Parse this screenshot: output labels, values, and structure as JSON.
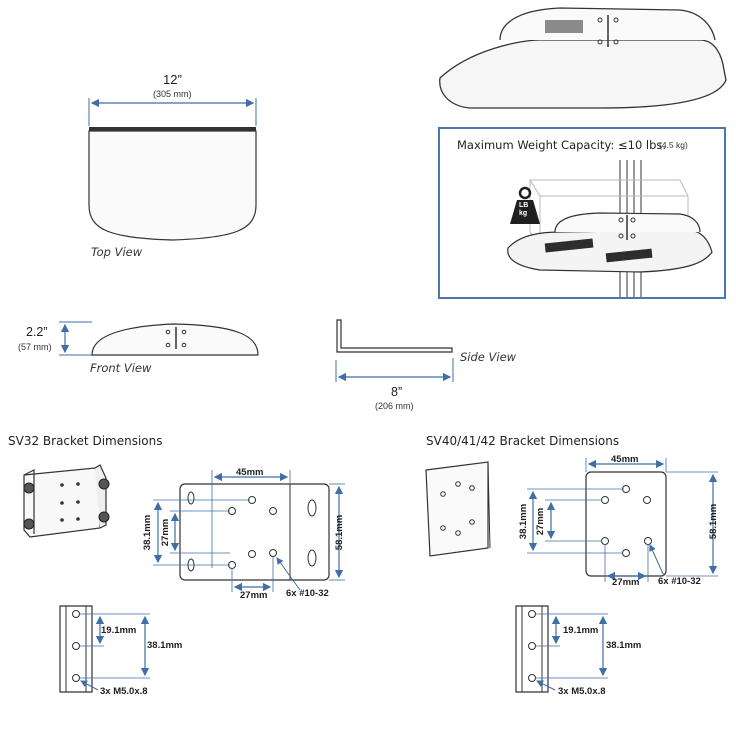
{
  "top_view": {
    "width_in": "12”",
    "width_mm": "(305 mm)",
    "label": "Top View"
  },
  "front_view": {
    "height_in": "2.2”",
    "height_mm": "(57 mm)",
    "label": "Front View"
  },
  "side_view": {
    "depth_in": "8”",
    "depth_mm": "(206 mm)",
    "label": "Side View"
  },
  "capacity": {
    "text": "Maximum Weight Capacity: ≤10 lbs.",
    "metric": "(4.5 kg)",
    "weight_icon_top": "LB",
    "weight_icon_bottom": "kg"
  },
  "sv32": {
    "title": "SV32 Bracket Dimensions",
    "dim_45": "45mm",
    "dim_27_top": "27mm",
    "dim_38": "38.1mm",
    "dim_58": "58.1mm",
    "dim_27_bottom": "27mm",
    "holes": "6x #10-32",
    "side_19": "19.1mm",
    "side_38": "38.1mm",
    "side_holes": "3x M5.0x.8"
  },
  "sv40": {
    "title": "SV40/41/42 Bracket Dimensions",
    "dim_45": "45mm",
    "dim_38": "38.1mm",
    "dim_27_left": "27mm",
    "dim_58": "58.1mm",
    "dim_27_bottom": "27mm",
    "holes": "6x #10-32",
    "side_19": "19.1mm",
    "side_38": "38.1mm",
    "side_holes": "3x M5.0x.8"
  },
  "colors": {
    "dimension_line": "#3f6fa6",
    "capacity_border": "#4a78ad",
    "outline": "#333333",
    "shelf_fill": "#f4f4f4"
  }
}
